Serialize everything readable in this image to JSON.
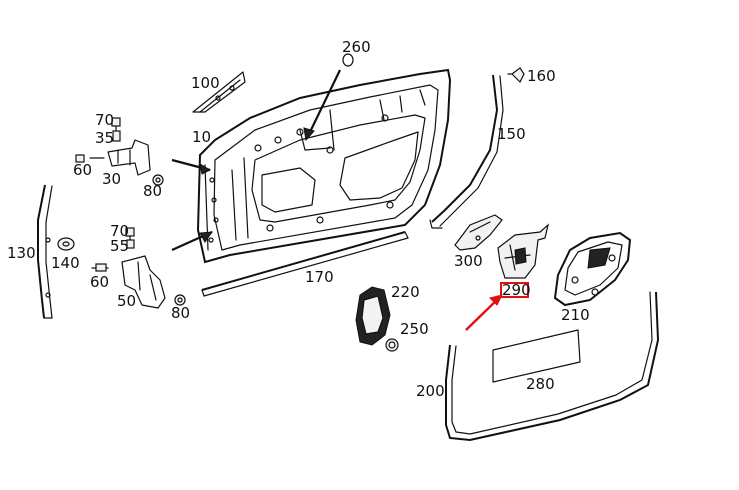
{
  "callouts": {
    "c260": "260",
    "c100": "100",
    "c10": "10",
    "c160": "160",
    "c150": "150",
    "c70a": "70",
    "c35": "35",
    "c60a": "60",
    "c30": "30",
    "c80a": "80",
    "c130": "130",
    "c140": "140",
    "c70b": "70",
    "c55": "55",
    "c60b": "60",
    "c50": "50",
    "c80b": "80",
    "c170": "170",
    "c300": "300",
    "c290": "290",
    "c210": "210",
    "c220": "220",
    "c250": "250",
    "c200": "200",
    "c280": "280"
  },
  "colors": {
    "highlight": "#e01010",
    "ink": "#111111"
  }
}
